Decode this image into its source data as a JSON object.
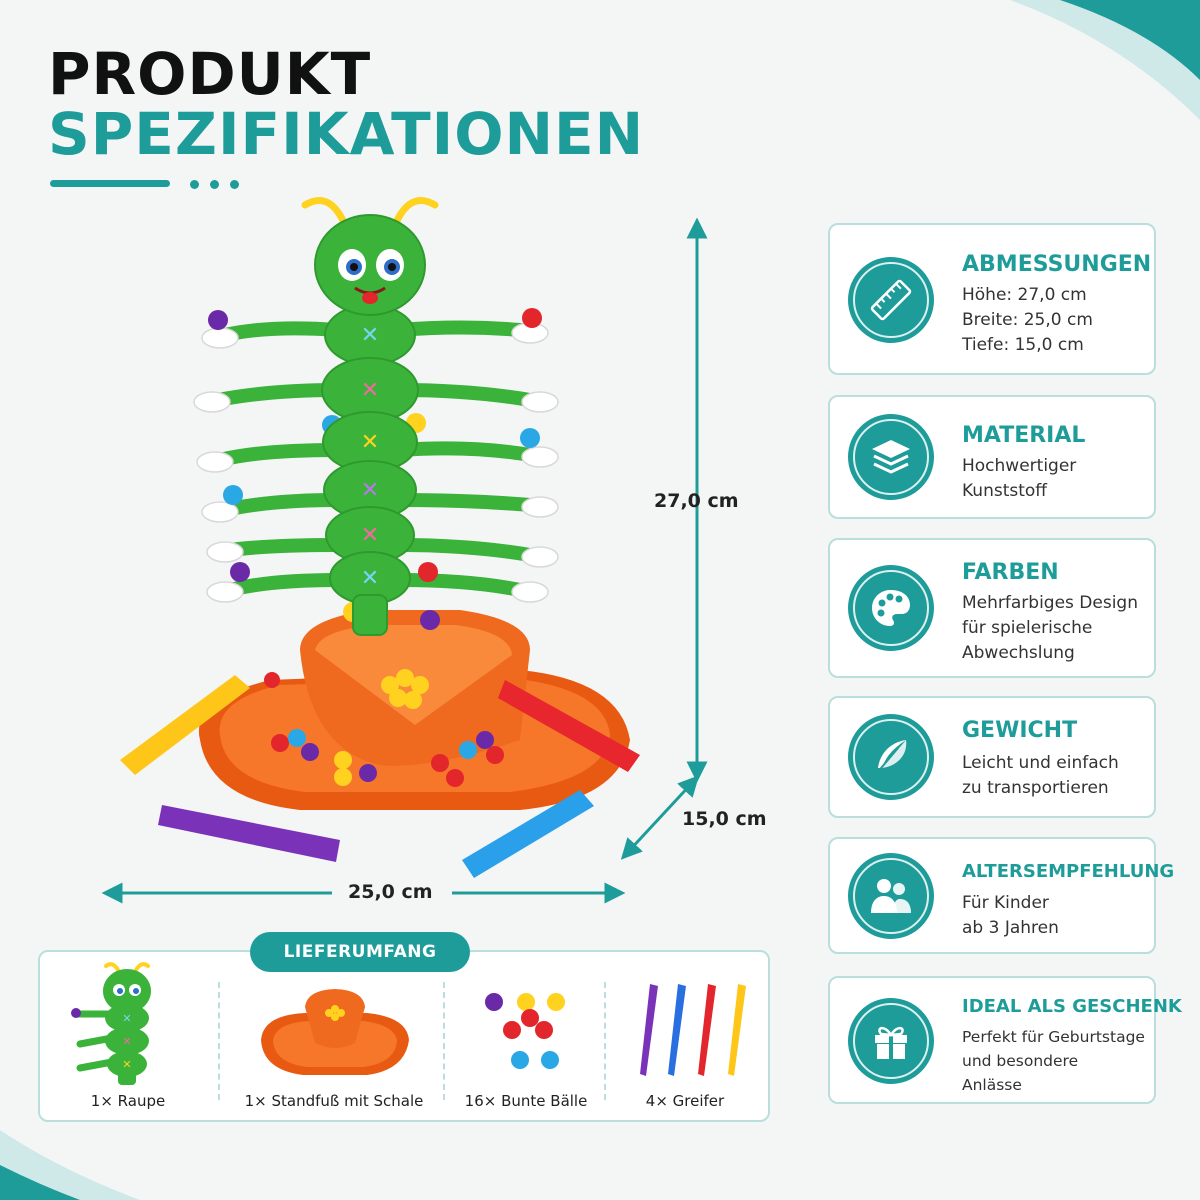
{
  "title": {
    "line1": "PRODUKT",
    "line2": "SPEZIFIKATIONEN"
  },
  "colors": {
    "accent": "#1e9c9a",
    "caterpillar": "#3bb33a",
    "base": "#f26a1b"
  },
  "dimensions": {
    "height": "27,0 cm",
    "depth": "15,0 cm",
    "width": "25,0 cm"
  },
  "specs": [
    {
      "icon": "ruler-icon",
      "heading": "ABMESSUNGEN",
      "body": "Höhe: 27,0 cm\nBreite: 25,0 cm\nTiefe: 15,0 cm"
    },
    {
      "icon": "layers-icon",
      "heading": "MATERIAL",
      "body": "Hochwertiger\nKunststoff"
    },
    {
      "icon": "palette-icon",
      "heading": "FARBEN",
      "body": "Mehrfarbiges Design\nfür spielerische\nAbwechslung"
    },
    {
      "icon": "feather-icon",
      "heading": "GEWICHT",
      "body": "Leicht und einfach\nzu transportieren"
    },
    {
      "icon": "people-icon",
      "heading": "ALTERSEMPFEHLUNG",
      "body": "Für Kinder\nab 3 Jahren"
    },
    {
      "icon": "gift-icon",
      "heading": "IDEAL ALS GESCHENK",
      "body": "Perfekt für Geburtstage\nund besondere\nAnlässe"
    }
  ],
  "lieferumfang": {
    "title": "LIEFERUMFANG",
    "items": [
      {
        "label": "1× Raupe"
      },
      {
        "label": "1× Standfuß mit Schale"
      },
      {
        "label": "16× Bunte Bälle"
      },
      {
        "label": "4× Greifer"
      }
    ]
  }
}
